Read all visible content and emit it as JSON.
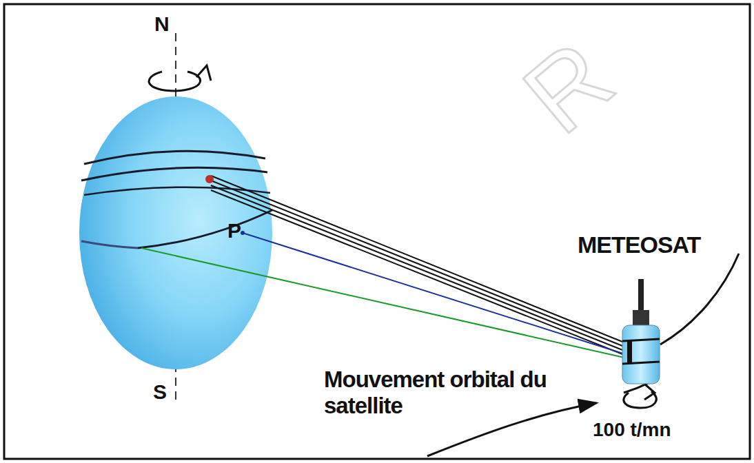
{
  "diagram": {
    "labels": [
      "N",
      "R",
      "P",
      "METEOSAT",
      "S",
      "Mouvement orbital du satellite",
      "100 t/mn"
    ]
  }
}
